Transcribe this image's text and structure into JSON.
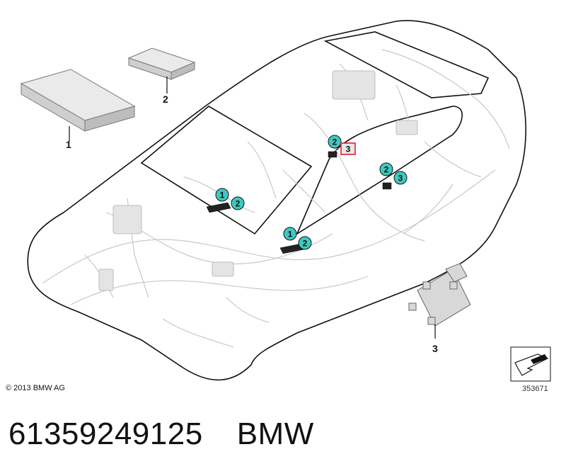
{
  "callouts": {
    "part1": "1",
    "part2": "2",
    "part3": "3"
  },
  "markers": [
    {
      "label": "1"
    },
    {
      "label": "2"
    },
    {
      "label": "1"
    },
    {
      "label": "2"
    },
    {
      "label": "2"
    },
    {
      "label": "3"
    },
    {
      "label": "2"
    },
    {
      "label": "3"
    }
  ],
  "copyright": "© 2013 BMW AG",
  "diagram_id": "353671",
  "footer": {
    "part_number": "61359249125",
    "brand": "BMW"
  },
  "colors": {
    "marker_fill": "#3ec9c0",
    "highlight_box": "#e0202a",
    "outline": "#111111",
    "wiring": "#c8c8c8"
  },
  "icons": {
    "arrow_box": "arrow-box-icon"
  }
}
